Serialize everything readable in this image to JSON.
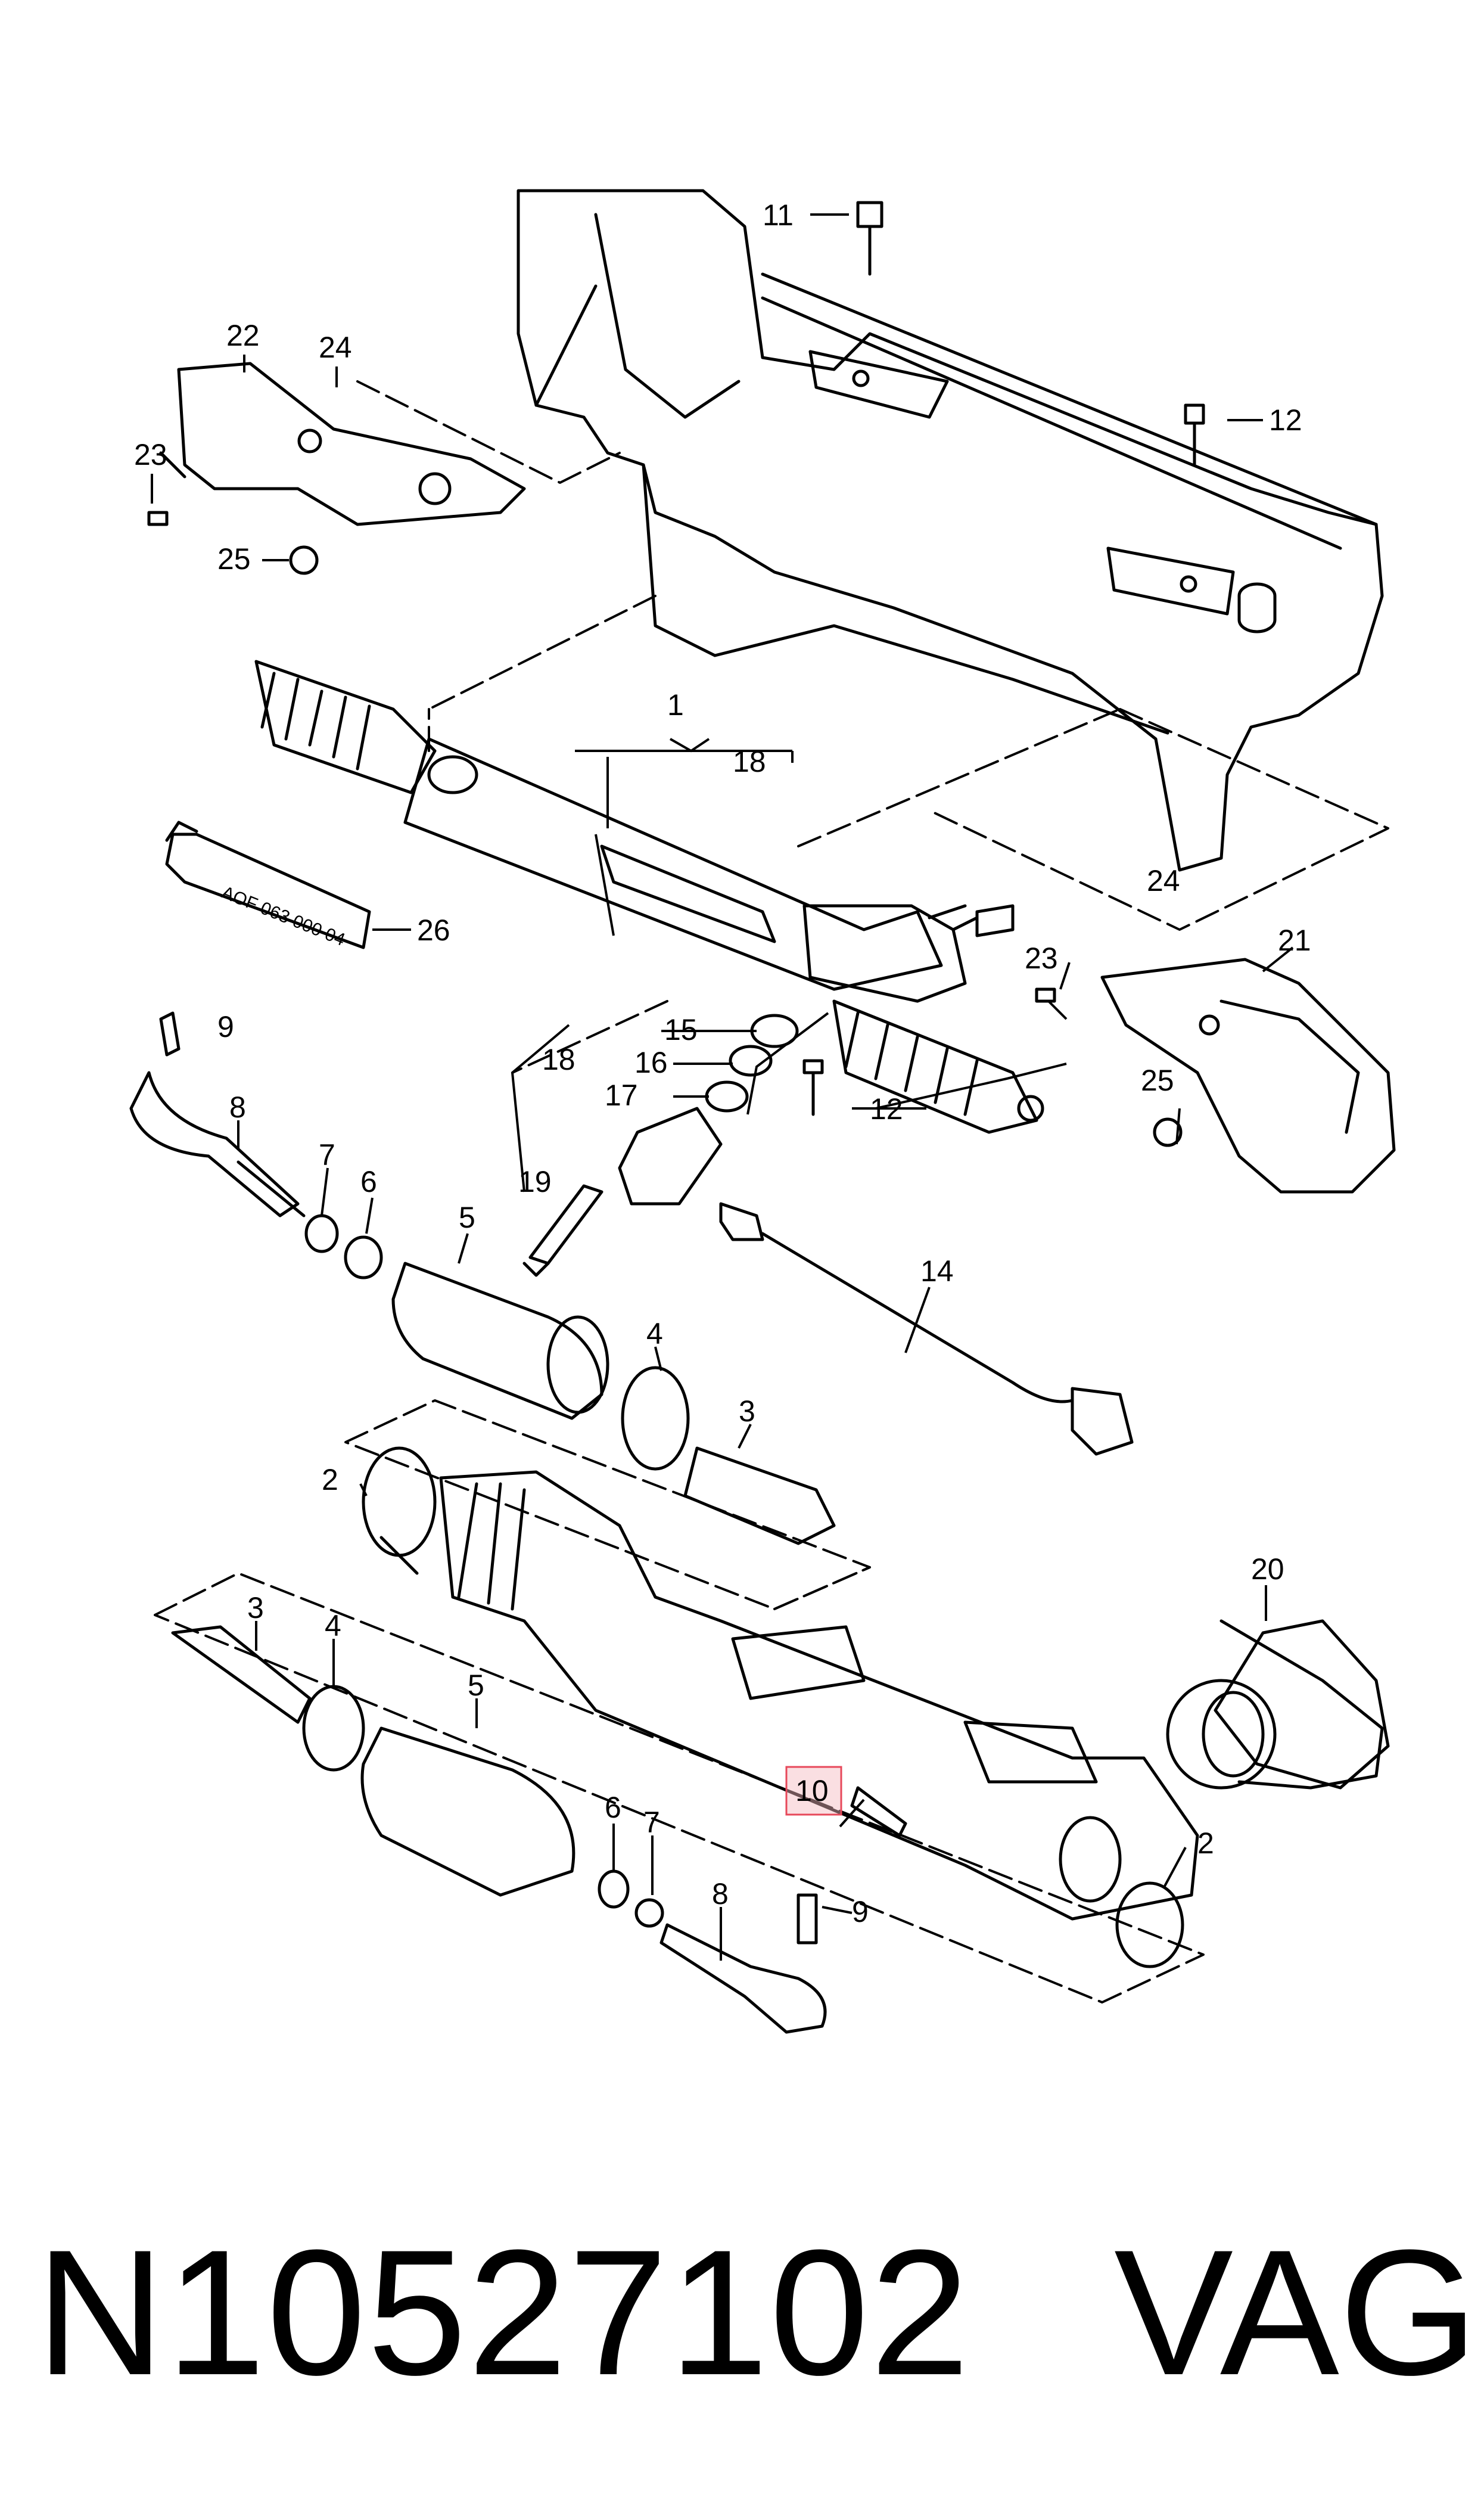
{
  "diagram": {
    "tube_label": "AOF 063 000 04",
    "highlight_color": "#f4b8bf",
    "callouts": {
      "c1": "1",
      "c2a": "2",
      "c2b": "2",
      "c3a": "3",
      "c3b": "3",
      "c4a": "4",
      "c4b": "4",
      "c5a": "5",
      "c5b": "5",
      "c6a": "6",
      "c6b": "6",
      "c7a": "7",
      "c7b": "7",
      "c8a": "8",
      "c8b": "8",
      "c9a": "9",
      "c9b": "9",
      "c10": "10",
      "c11": "11",
      "c12a": "12",
      "c12b": "12",
      "c14": "14",
      "c15": "15",
      "c16": "16",
      "c17": "17",
      "c18a": "18",
      "c18b": "18",
      "c19": "19",
      "c20": "20",
      "c21": "21",
      "c22": "22",
      "c23a": "23",
      "c23b": "23",
      "c24a": "24",
      "c24b": "24",
      "c25a": "25",
      "c25b": "25",
      "c26": "26"
    }
  },
  "footer": {
    "part_number": "N10527102",
    "brand": "VAG"
  }
}
